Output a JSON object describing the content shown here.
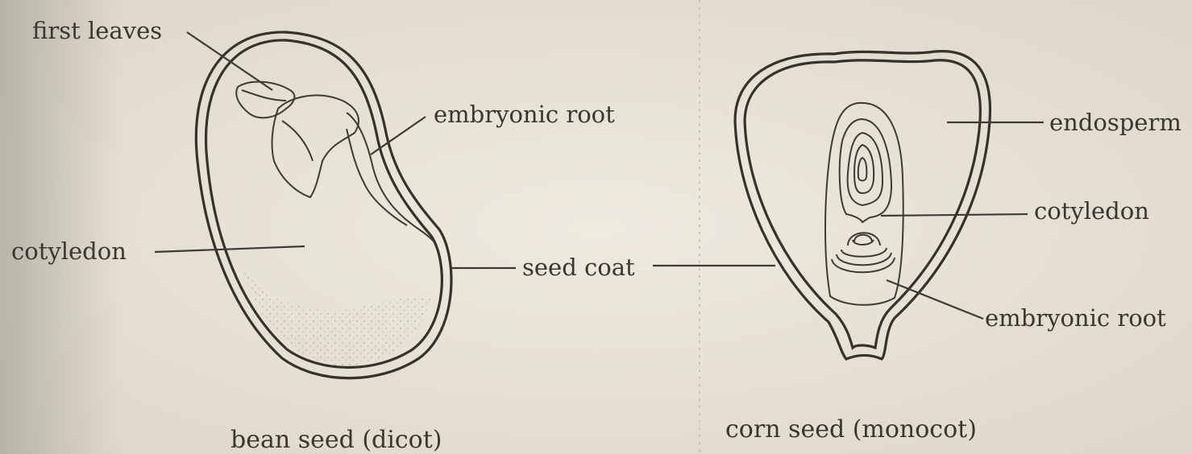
{
  "bean": {
    "caption": "bean seed (dicot)",
    "labels": {
      "first_leaves": "first leaves",
      "embryonic_root": "embryonic root",
      "cotyledon": "cotyledon",
      "seed_coat": "seed coat"
    }
  },
  "corn": {
    "caption": "corn seed (monocot)",
    "labels": {
      "endosperm": "endosperm",
      "cotyledon": "cotyledon",
      "embryonic_root": "embryonic root"
    }
  },
  "colors": {
    "paper": "#e9e4d8",
    "ink": "#35312b",
    "text": "#3b3630"
  }
}
